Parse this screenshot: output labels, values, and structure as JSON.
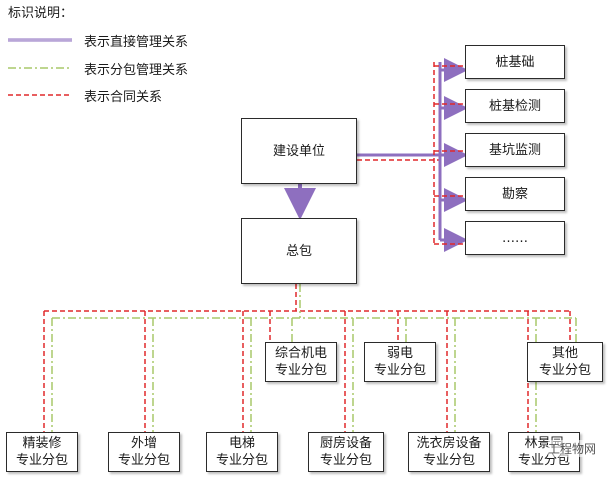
{
  "legend": {
    "title": "标识说明：",
    "items": [
      {
        "label": "表示直接管理关系",
        "color": "#9b7cc7"
      },
      {
        "label": "表示分包管理关系",
        "color": "#a8c86a"
      },
      {
        "label": "表示合同关系",
        "color": "#e0292b"
      }
    ]
  },
  "nodes": {
    "owner": "建设单位",
    "general": "总包",
    "pile": "桩基础",
    "pile_test": "桩基检测",
    "pit_monitor": "基坑监测",
    "survey": "勘察",
    "etc": "……",
    "mep": [
      "综合机电",
      "专业分包"
    ],
    "weak": [
      "弱电",
      "专业分包"
    ],
    "other": [
      "其他",
      "专业分包"
    ],
    "fitout": [
      "精装修",
      "专业分包"
    ],
    "facade": [
      "外增",
      "专业分包"
    ],
    "elevator": [
      "电梯",
      "专业分包"
    ],
    "kitchen": [
      "厨房设备",
      "专业分包"
    ],
    "laundry": [
      "洗衣房设备",
      "专业分包"
    ],
    "forest": [
      "林景园",
      "专业分包"
    ]
  },
  "watermark": "工程物网"
}
